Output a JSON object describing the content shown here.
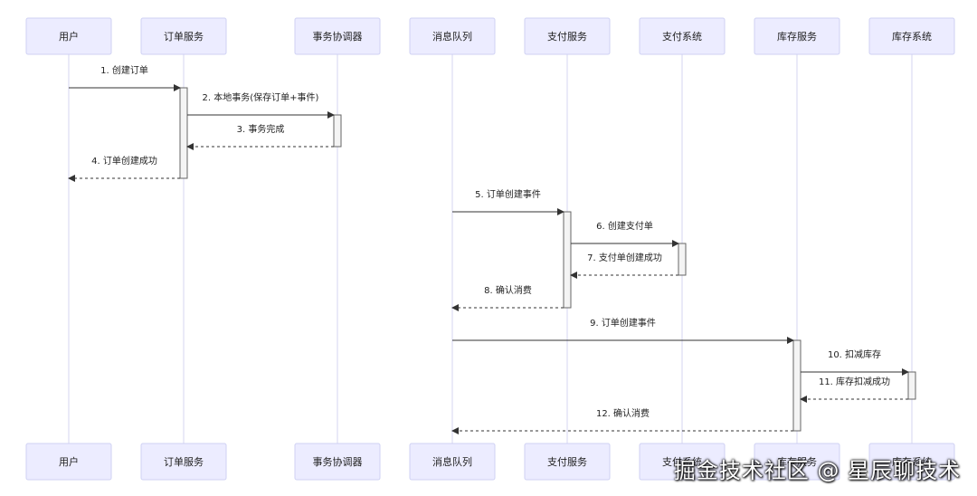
{
  "participants": [
    {
      "id": "user",
      "label": "用户"
    },
    {
      "id": "order",
      "label": "订单服务"
    },
    {
      "id": "tx",
      "label": "事务协调器"
    },
    {
      "id": "mq",
      "label": "消息队列"
    },
    {
      "id": "paysvc",
      "label": "支付服务"
    },
    {
      "id": "paysys",
      "label": "支付系统"
    },
    {
      "id": "invsvc",
      "label": "库存服务"
    },
    {
      "id": "invsys",
      "label": "库存系统"
    }
  ],
  "messages": [
    {
      "from": "user",
      "to": "order",
      "label": "1. 创建订单",
      "style": "solid"
    },
    {
      "from": "order",
      "to": "tx",
      "label": "2. 本地事务(保存订单+事件)",
      "style": "solid"
    },
    {
      "from": "tx",
      "to": "order",
      "label": "3. 事务完成",
      "style": "dashed"
    },
    {
      "from": "order",
      "to": "user",
      "label": "4. 订单创建成功",
      "style": "dashed"
    },
    {
      "from": "mq",
      "to": "paysvc",
      "label": "5. 订单创建事件",
      "style": "solid"
    },
    {
      "from": "paysvc",
      "to": "paysys",
      "label": "6. 创建支付单",
      "style": "solid"
    },
    {
      "from": "paysys",
      "to": "paysvc",
      "label": "7. 支付单创建成功",
      "style": "dashed"
    },
    {
      "from": "paysvc",
      "to": "mq",
      "label": "8. 确认消费",
      "style": "dashed"
    },
    {
      "from": "mq",
      "to": "invsvc",
      "label": "9. 订单创建事件",
      "style": "solid"
    },
    {
      "from": "invsvc",
      "to": "invsys",
      "label": "10. 扣减库存",
      "style": "solid"
    },
    {
      "from": "invsys",
      "to": "invsvc",
      "label": "11. 库存扣减成功",
      "style": "dashed"
    },
    {
      "from": "invsvc",
      "to": "mq",
      "label": "12. 确认消费",
      "style": "dashed"
    }
  ],
  "watermark": "掘金技术社区 @ 星辰聊技术"
}
